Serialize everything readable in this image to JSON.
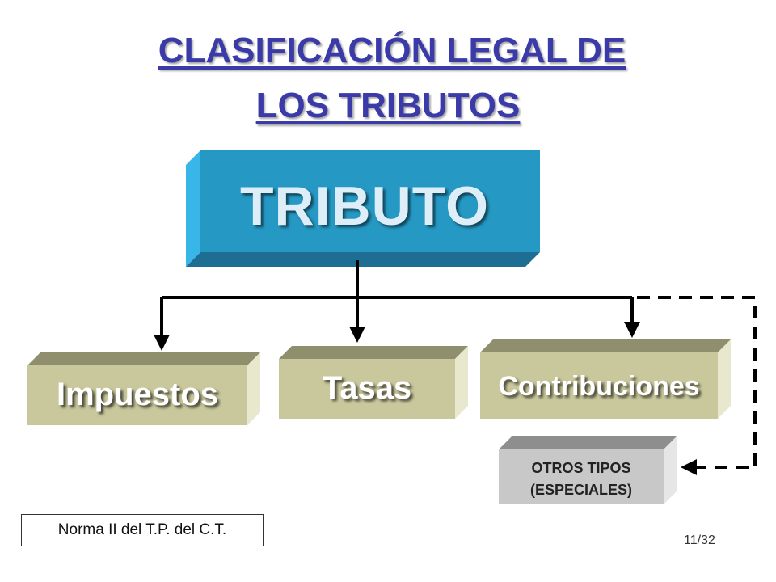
{
  "title": {
    "line1": "CLASIFICACIÓN LEGAL DE",
    "line2": "LOS TRIBUTOS"
  },
  "diagram": {
    "root": "TRIBUTO",
    "children": [
      "Impuestos",
      "Tasas",
      "Contribuciones"
    ],
    "extra": {
      "line1": "OTROS TIPOS",
      "line2": "(ESPECIALES)"
    }
  },
  "footer": {
    "source": "Norma II del T.P. del C.T.",
    "page": "11/32"
  },
  "colors": {
    "title": "#3a3aa8",
    "root_box": "#2599c4",
    "child_box": "#c9c89c",
    "extra_box": "#c8c8c8"
  }
}
